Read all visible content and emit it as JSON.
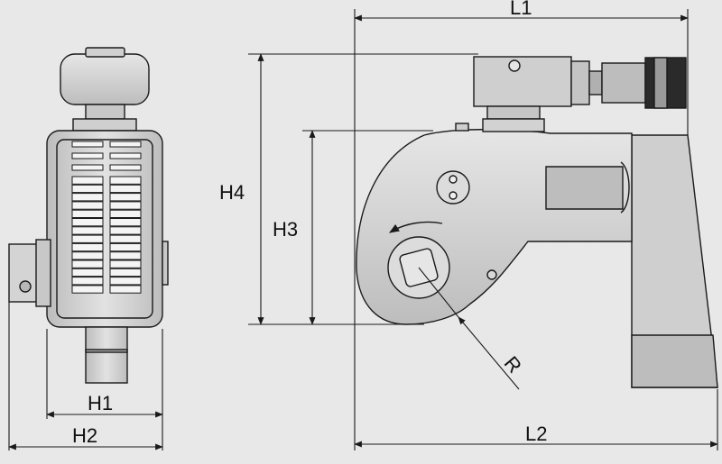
{
  "colors": {
    "background": "#e8e8e8",
    "stroke": "#1a1a1a",
    "fill_light": "#d6d6d6",
    "fill_mid": "#c4c4c4",
    "fill_dark": "#9a9a9a",
    "fill_black": "#2a2a2a"
  },
  "dimensions": {
    "L1": "L1",
    "L2": "L2",
    "H1": "H1",
    "H2": "H2",
    "H3": "H3",
    "H4": "H4",
    "R": "R"
  }
}
